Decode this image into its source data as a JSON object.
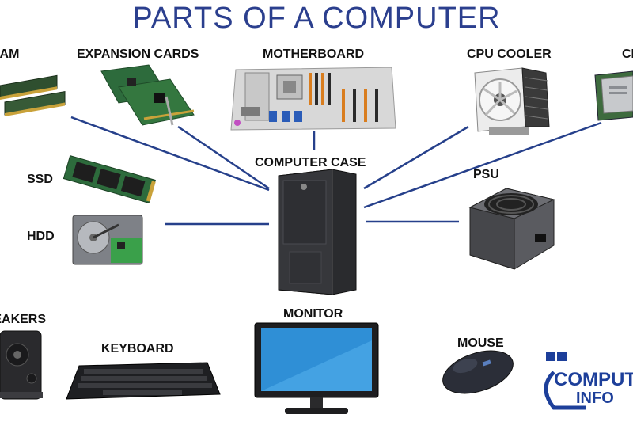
{
  "title": "PARTS OF A COMPUTER",
  "labels": {
    "ram": "RAM",
    "expansion_cards": "EXPANSION CARDS",
    "motherboard": "MOTHERBOARD",
    "cpu_cooler": "CPU COOLER",
    "cpu": "CPU",
    "computer_case": "COMPUTER CASE",
    "ssd": "SSD",
    "psu": "PSU",
    "hdd": "HDD",
    "speakers": "SPEAKERS",
    "keyboard": "KEYBOARD",
    "monitor": "MONITOR",
    "mouse": "MOUSE"
  },
  "logo": {
    "line1": "COMPUTER",
    "line2": "INFO"
  },
  "colors": {
    "title": "#2b3f8e",
    "connector": "#26408b",
    "logo": "#1d3f9a"
  },
  "icons": [
    "ram-icon",
    "expansion-card-icon",
    "motherboard-icon",
    "cpu-cooler-icon",
    "cpu-icon",
    "computer-case-icon",
    "ssd-icon",
    "hdd-icon",
    "psu-icon",
    "speakers-icon",
    "keyboard-icon",
    "monitor-icon",
    "mouse-icon",
    "logo-icon"
  ]
}
